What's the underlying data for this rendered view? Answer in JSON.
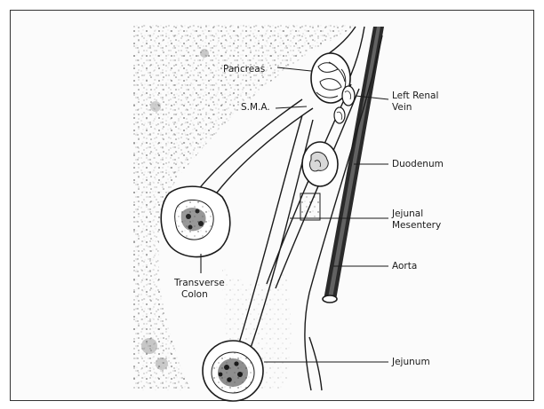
{
  "labels": {
    "pancreas": "Pancreas",
    "sma": "S.M.A.",
    "left_renal_vein_1": "Left Renal",
    "left_renal_vein_2": "Vein",
    "duodenum": "Duodenum",
    "jejunal_mesentery_1": "Jejunal",
    "jejunal_mesentery_2": "Mesentery",
    "aorta": "Aorta",
    "transverse_colon_1": "Transverse",
    "transverse_colon_2": "Colon",
    "jejunum": "Jejunum"
  }
}
